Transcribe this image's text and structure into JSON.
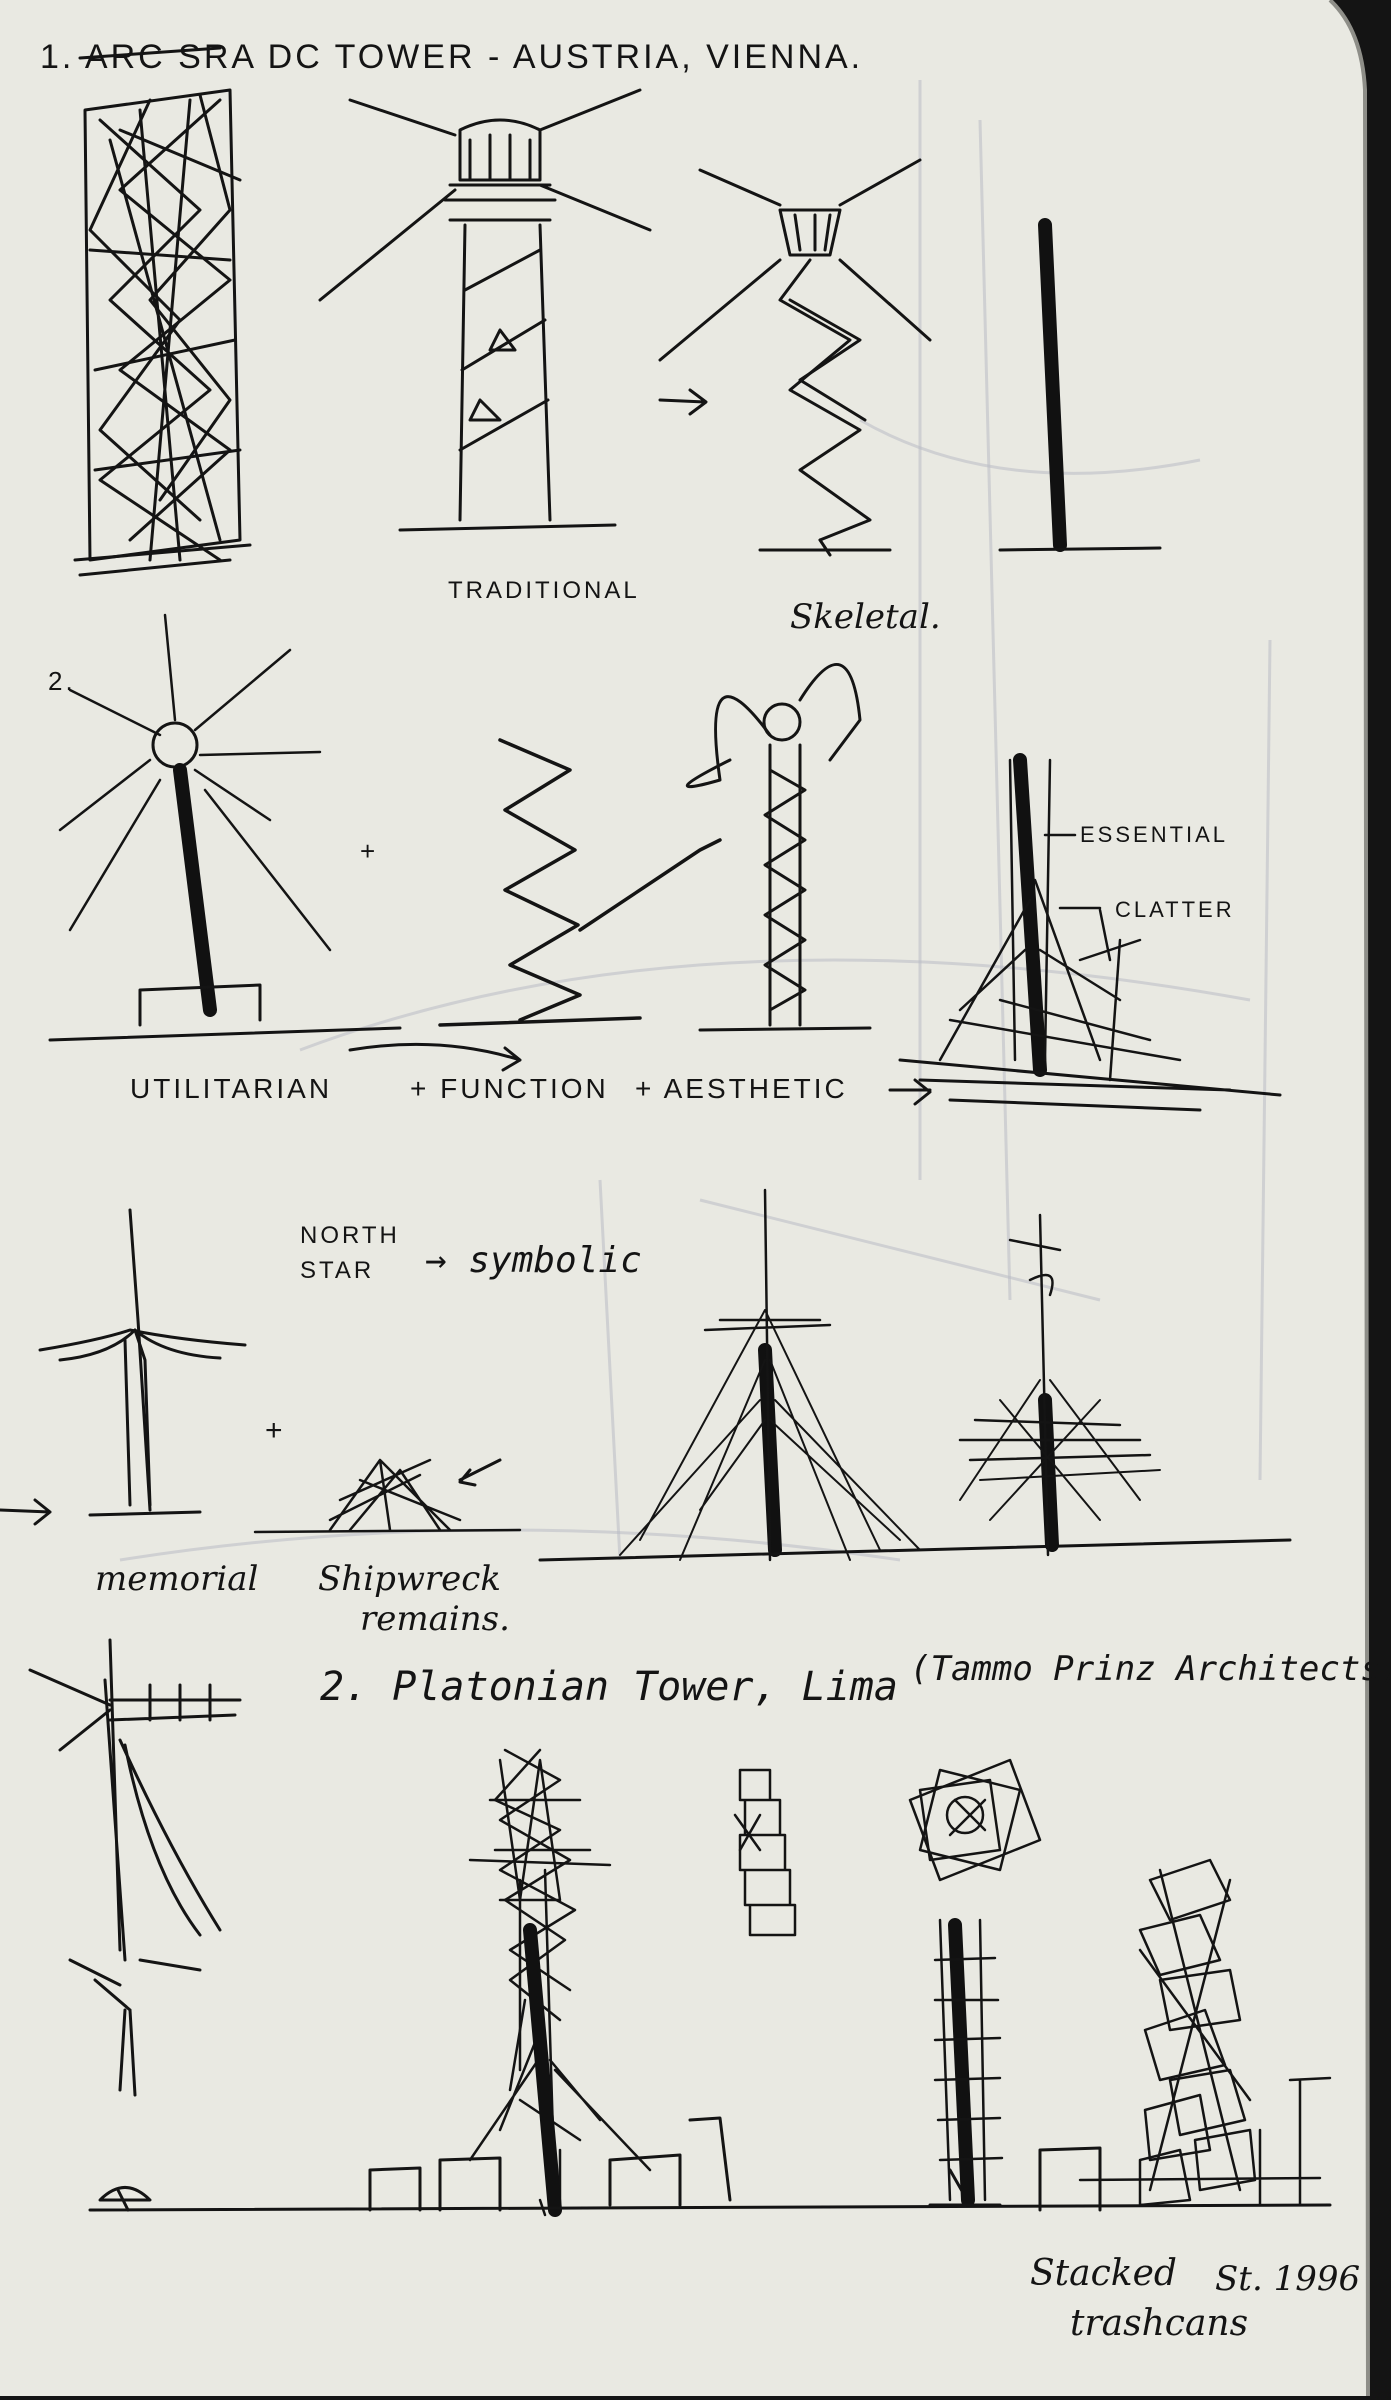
{
  "notes": {
    "title1": "1. ARC SRA DC TOWER - AUSTRIA, VIENNA.",
    "traditional": "TRADITIONAL",
    "skeletal": "Skeletal.",
    "num2": "2.",
    "essential": "ESSENTIAL",
    "clatter": "CLATTER",
    "utilitarian": "UTILITARIAN",
    "function": "+ FUNCTION",
    "aesthetic": "+ AESTHETIC",
    "north": "NORTH",
    "star": "STAR",
    "symbolic": "→ symbolic",
    "memorial": "memorial",
    "shipwreck": "Shipwreck",
    "remains": "remains.",
    "title2": "2. Platonian Tower, Lima",
    "architects": "(Tammo Prinz Architects)",
    "stacked": "Stacked",
    "trashcans": "trashcans",
    "ref": "St. 1996"
  }
}
